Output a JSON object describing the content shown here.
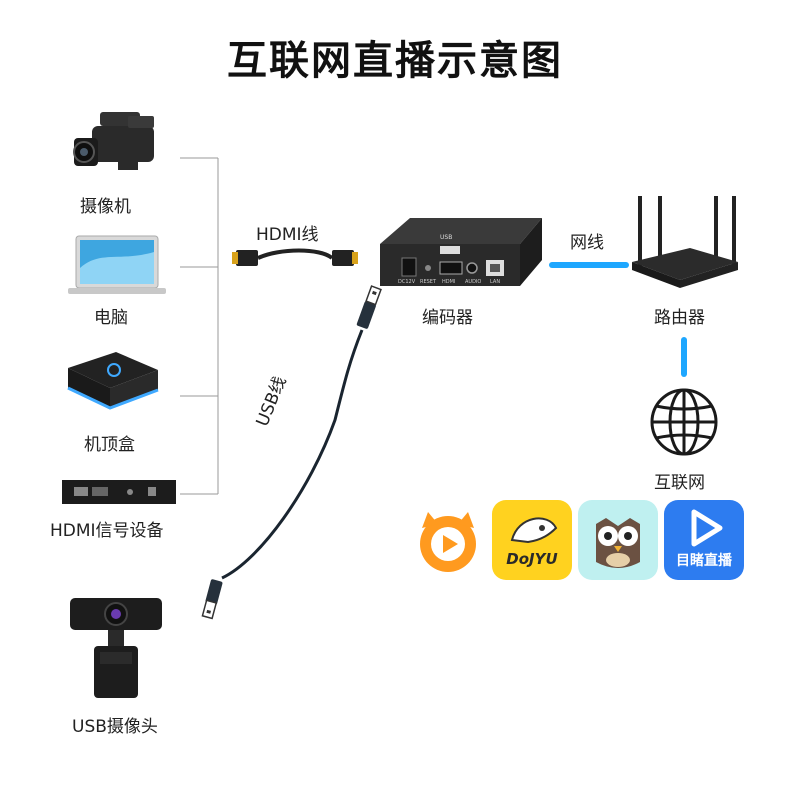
{
  "title": "互联网直播示意图",
  "devices": {
    "camera": "摄像机",
    "laptop": "电脑",
    "settop": "机顶盒",
    "hdmi_device": "HDMI信号设备",
    "usb_camera": "USB摄像头",
    "encoder": "编码器",
    "router": "路由器",
    "internet": "互联网"
  },
  "cables": {
    "hdmi": "HDMI线",
    "usb": "USB线",
    "network": "网线"
  },
  "encoder_ports": {
    "usb": "USB",
    "dc": "DC12V",
    "reset": "RESET",
    "hdmi": "HDMI",
    "audio": "AUDIO",
    "lan": "LAN"
  },
  "apps": [
    {
      "name": "huya-app-icon",
      "text": "",
      "bg": "#ffffff"
    },
    {
      "name": "douyu-app-icon",
      "text": "DoJYU",
      "bg": "#ffd21f"
    },
    {
      "name": "owl-app-icon",
      "text": "",
      "bg": "#bff0f0"
    },
    {
      "name": "live-app-icon",
      "text": "目睹直播",
      "bg": "#2d7cf0"
    }
  ],
  "colors": {
    "network_line": "#1ea7ff",
    "device_dark": "#1c1c1c",
    "connector": "#888888",
    "hdmi_gold": "#d8a21b"
  }
}
